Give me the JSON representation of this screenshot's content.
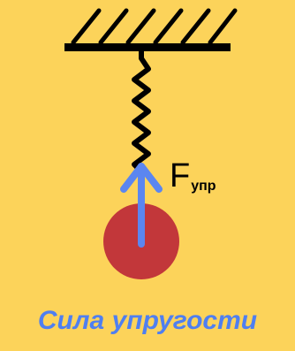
{
  "colors": {
    "background": "#FCD35A",
    "ink": "#000000",
    "ball": "#C2373A",
    "arrow": "#5B86F0",
    "caption": "#4F7FF0"
  },
  "labels": {
    "force_letter": "F",
    "force_subscript": "упр"
  },
  "caption": {
    "text": "Сила упругости"
  }
}
